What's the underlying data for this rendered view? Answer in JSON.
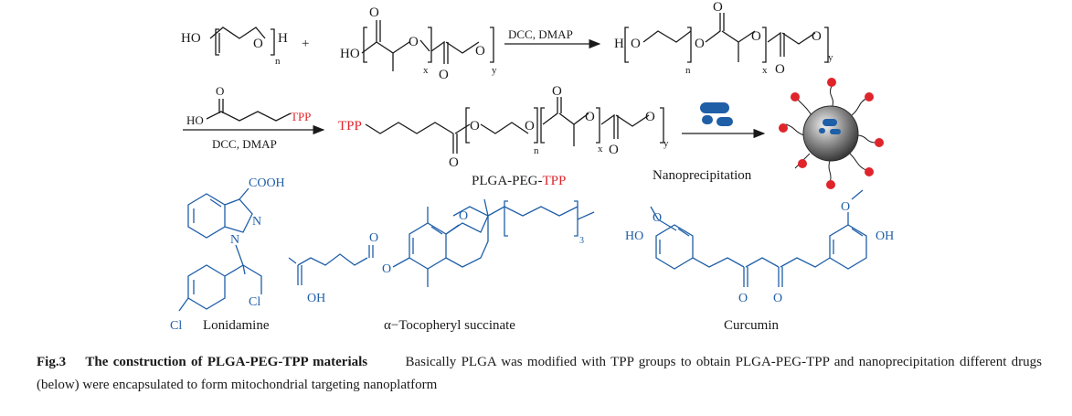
{
  "scheme": {
    "peg_ho": "HO",
    "peg_h": "H",
    "peg_o": "O",
    "peg_n": "n",
    "plus": "+",
    "plga_ho": "HO",
    "x": "x",
    "y": "y",
    "o": "O",
    "reagent_1": "DCC, DMAP",
    "prod1_h": "H",
    "reagent_2": "DCC, DMAP",
    "acid_ho": "HO",
    "tpp": "TPP",
    "product_name_black": "PLGA-PEG-",
    "product_name_red": "TPP",
    "nanoprecipitation": "Nanoprecipitation"
  },
  "drugs": {
    "lonidamine": {
      "name": "Lonidamine",
      "cooh": "COOH",
      "n": "N",
      "cl": "Cl"
    },
    "tocopheryl": {
      "name": "α−Tocopheryl succinate",
      "oh": "OH",
      "o": "O",
      "sub3": "3"
    },
    "curcumin": {
      "name": "Curcumin",
      "ho": "HO",
      "oh": "OH",
      "o": "O"
    }
  },
  "colors": {
    "tpp_red": "#e0242b",
    "drug_blue": "#1f5fa8",
    "nanoparticle_gray": "#7a7a7a"
  },
  "caption": {
    "label": "Fig.3",
    "title": "The construction of PLGA-PEG-TPP materials",
    "text": "Basically PLGA was modified with TPP groups to obtain PLGA-PEG-TPP and nanoprecipitation different drugs (below) were encapsulated to form mitochondrial targeting nanoplatform"
  }
}
